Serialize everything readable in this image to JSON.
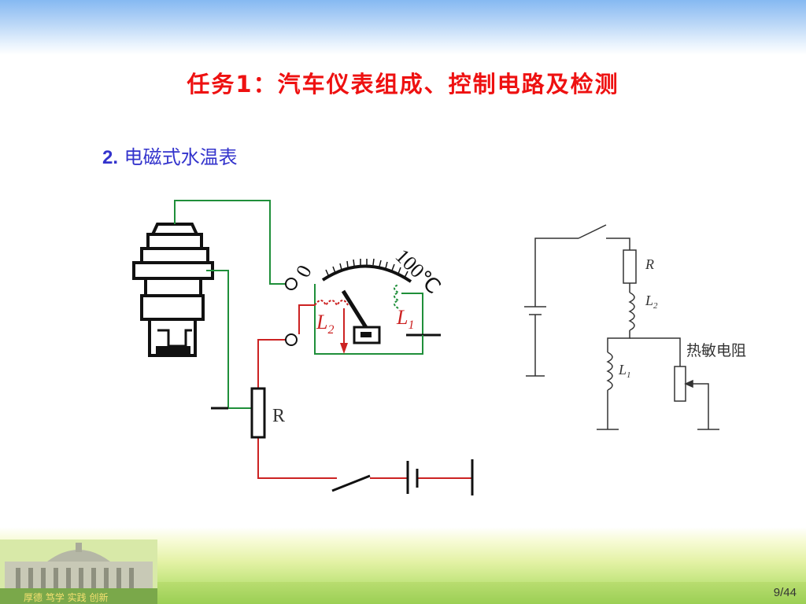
{
  "slide": {
    "title": "任务1：汽车仪表组成、控制电路及检测",
    "subtitle_number": "2.",
    "subtitle_text": "电磁式水温表",
    "page": "9/44"
  },
  "gauge_diagram": {
    "scale_min": "0",
    "scale_max": "100℃",
    "coil_l2": "L",
    "coil_l2_sub": "2",
    "coil_l1": "L",
    "coil_l1_sub": "1",
    "resistor": "R"
  },
  "schematic": {
    "resistor": "R",
    "coil_l2": "L",
    "coil_l2_sub": "2",
    "coil_l1": "L",
    "coil_l1_sub": "1",
    "thermistor": "热敏电阻"
  },
  "logo": {
    "motto": "厚德 笃学 实践 创新"
  },
  "colors": {
    "title": "#ee1111",
    "subtitle": "#3333cc",
    "wire_green": "#1f8f3a",
    "wire_red": "#cc2222"
  }
}
